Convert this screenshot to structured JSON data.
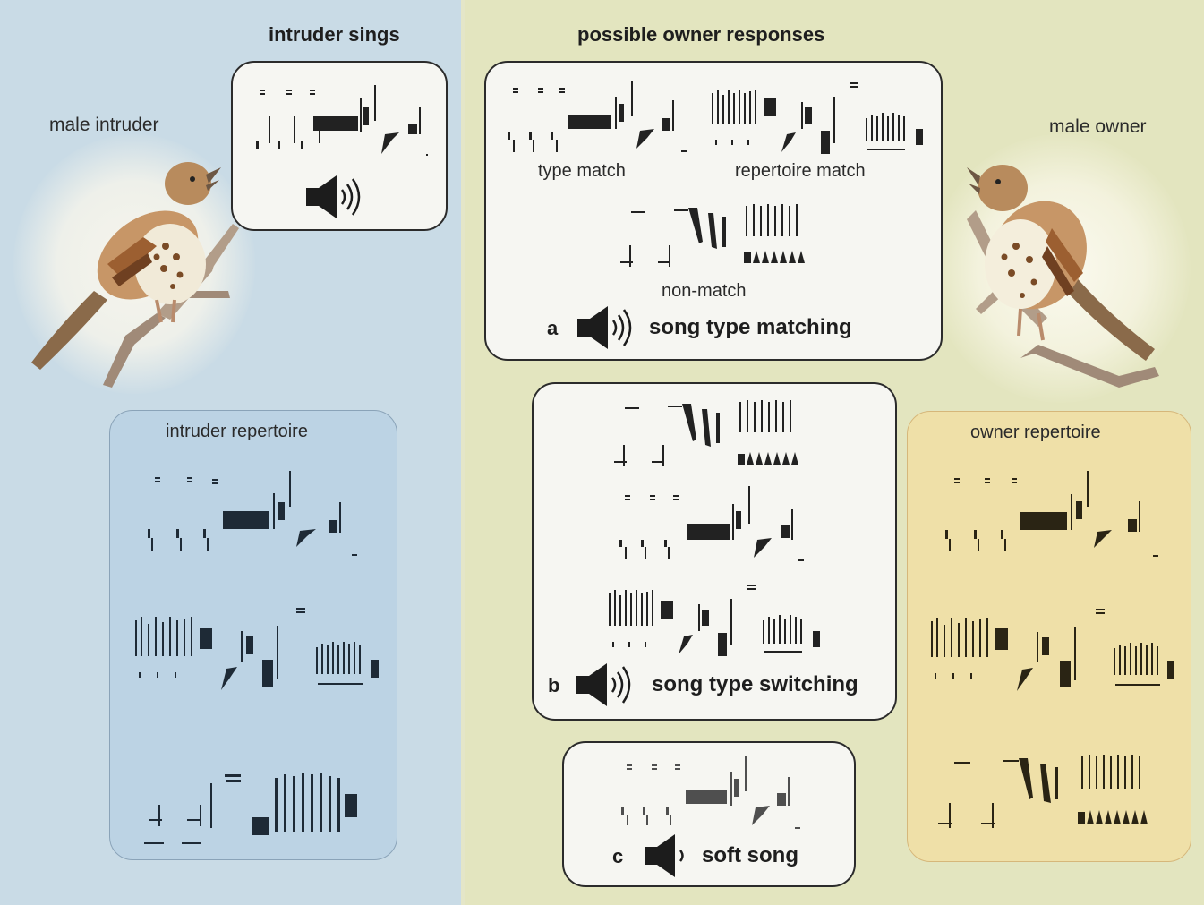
{
  "left": {
    "header": "intruder sings",
    "bird_label": "male intruder",
    "repertoire_title": "intruder repertoire"
  },
  "right": {
    "header": "possible owner responses",
    "bird_label": "male owner",
    "repertoire_title": "owner repertoire"
  },
  "responses": {
    "a": {
      "letter": "a",
      "title": "song type matching",
      "labels": [
        "type match",
        "repertoire match",
        "non-match"
      ]
    },
    "b": {
      "letter": "b",
      "title": "song type switching"
    },
    "c": {
      "letter": "c",
      "title": "soft song"
    }
  },
  "colors": {
    "left_bg": "#c9dbe6",
    "right_bg": "#e3e5bf",
    "intruder_repertoire_bg": "#bcd3e4",
    "owner_repertoire_bg": "#efe0a8",
    "box_bg": "#f6f6f2"
  },
  "icons": [
    "speaker-icon",
    "sparrow-illustration",
    "spectrogram"
  ]
}
